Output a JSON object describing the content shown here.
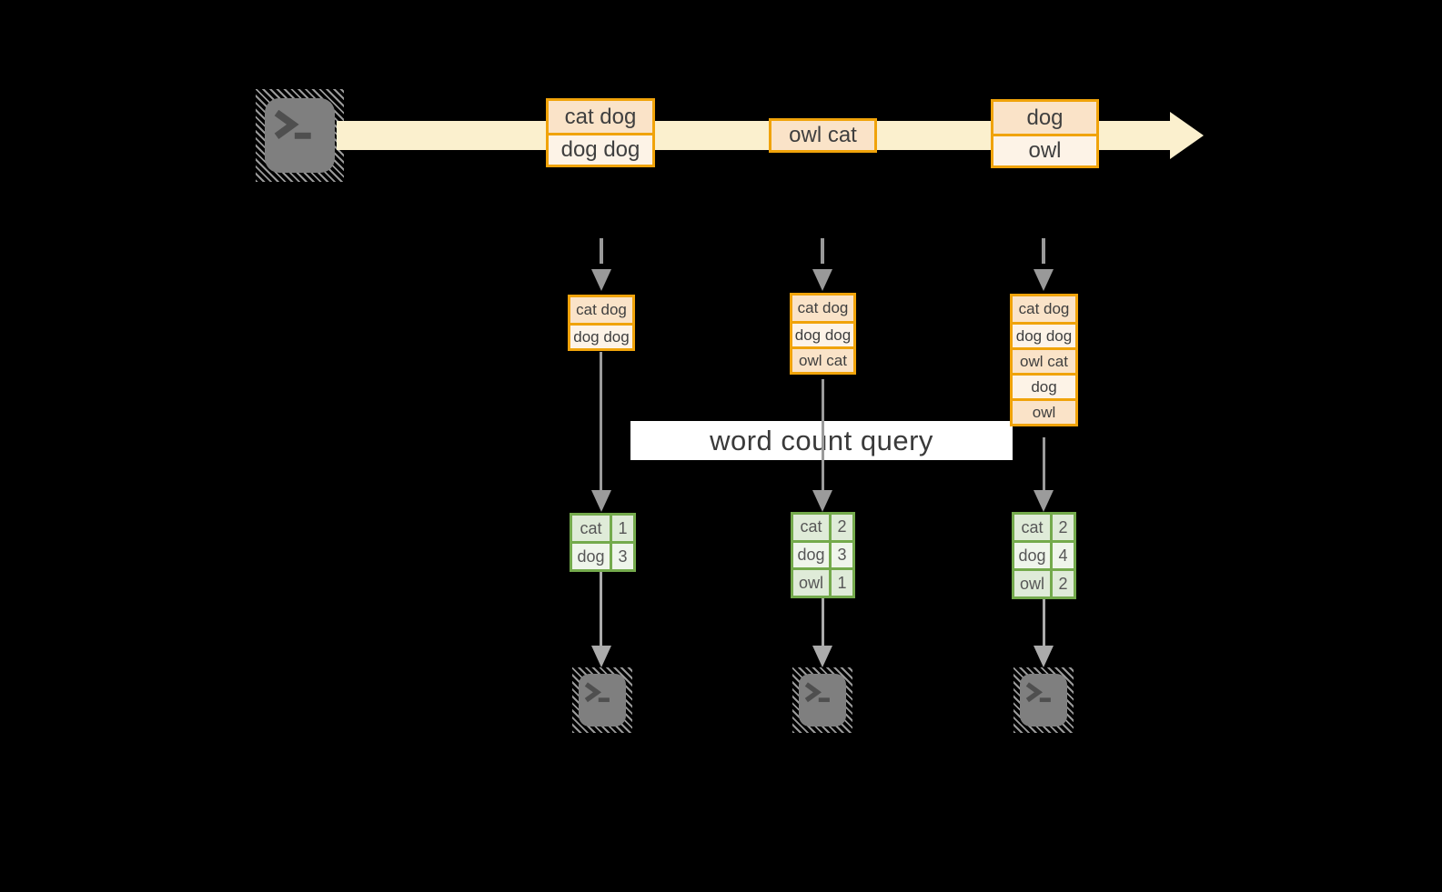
{
  "query_label": "word count query",
  "stream": {
    "source_icon": "terminal-icon",
    "events": [
      {
        "lines": [
          "cat dog",
          "dog dog"
        ]
      },
      {
        "lines": [
          "owl cat"
        ]
      },
      {
        "lines": [
          "dog",
          "owl"
        ]
      }
    ]
  },
  "states": [
    {
      "lines": [
        "cat dog",
        "dog dog"
      ]
    },
    {
      "lines": [
        "cat dog",
        "dog dog",
        "owl cat"
      ]
    },
    {
      "lines": [
        "cat dog",
        "dog dog",
        "owl cat",
        "dog",
        "owl"
      ]
    }
  ],
  "tables": [
    {
      "rows": [
        {
          "word": "cat",
          "count": "1"
        },
        {
          "word": "dog",
          "count": "3"
        }
      ]
    },
    {
      "rows": [
        {
          "word": "cat",
          "count": "2"
        },
        {
          "word": "dog",
          "count": "3"
        },
        {
          "word": "owl",
          "count": "1"
        }
      ]
    },
    {
      "rows": [
        {
          "word": "cat",
          "count": "2"
        },
        {
          "word": "dog",
          "count": "4"
        },
        {
          "word": "owl",
          "count": "2"
        }
      ]
    }
  ],
  "output_icons": [
    "terminal-icon",
    "terminal-icon",
    "terminal-icon"
  ],
  "colors": {
    "background": "#000000",
    "stream_fill": "#FBF0CE",
    "event_border": "#F0A30A",
    "event_cell_peach": "#FAE3C8",
    "event_cell_cream": "#FDF3E7",
    "table_border": "#74AA4C",
    "table_row_dark": "#DFEBD8",
    "table_row_light": "#EFF5EB",
    "arrow_gray": "#999999",
    "terminal_gray": "#7F7F7F",
    "query_bar_bg": "#FFFFFF"
  }
}
